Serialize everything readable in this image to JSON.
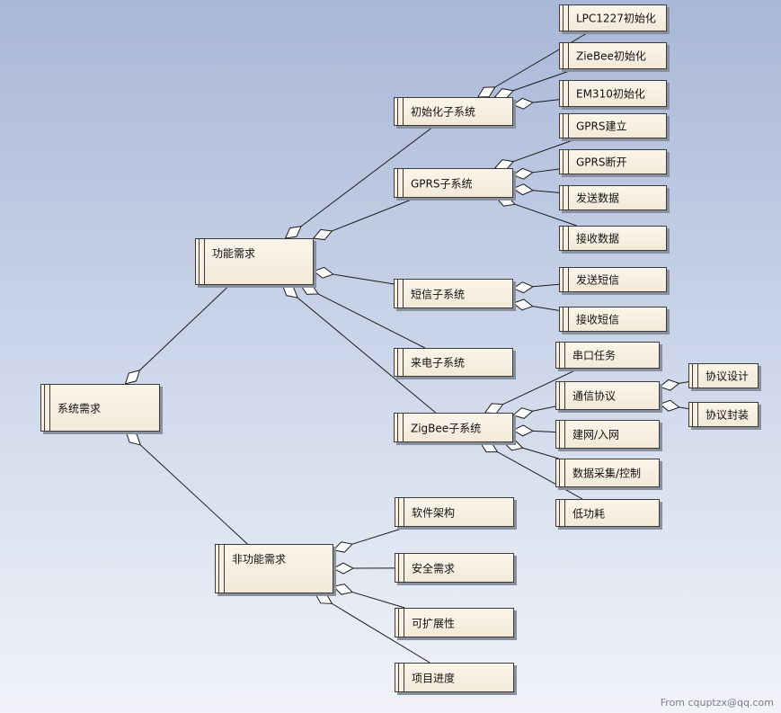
{
  "nodes": [
    {
      "id": "root",
      "label": "系统需求"
    },
    {
      "id": "func",
      "label": "功能需求"
    },
    {
      "id": "nonfunc",
      "label": "非功能需求"
    },
    {
      "id": "init",
      "label": "初始化子系统"
    },
    {
      "id": "gprs",
      "label": "GPRS子系统"
    },
    {
      "id": "sms",
      "label": "短信子系统"
    },
    {
      "id": "call",
      "label": "来电子系统"
    },
    {
      "id": "zigbee",
      "label": "ZigBee子系统"
    },
    {
      "id": "lpc",
      "label": "LPC1227初始化"
    },
    {
      "id": "ziebee",
      "label": "ZieBee初始化"
    },
    {
      "id": "em310",
      "label": "EM310初始化"
    },
    {
      "id": "gprs_est",
      "label": "GPRS建立"
    },
    {
      "id": "gprs_dis",
      "label": "GPRS断开"
    },
    {
      "id": "send_data",
      "label": "发送数据"
    },
    {
      "id": "recv_data",
      "label": "接收数据"
    },
    {
      "id": "send_sms",
      "label": "发送短信"
    },
    {
      "id": "recv_sms",
      "label": "接收短信"
    },
    {
      "id": "serial",
      "label": "串口任务"
    },
    {
      "id": "comm",
      "label": "通信协议"
    },
    {
      "id": "proto_design",
      "label": "协议设计"
    },
    {
      "id": "proto_pack",
      "label": "协议封装"
    },
    {
      "id": "net",
      "label": "建网/入网"
    },
    {
      "id": "collect",
      "label": "数据采集/控制"
    },
    {
      "id": "lowpower",
      "label": "低功耗"
    },
    {
      "id": "sw_arch",
      "label": "软件架构"
    },
    {
      "id": "security",
      "label": "安全需求"
    },
    {
      "id": "scalable",
      "label": "可扩展性"
    },
    {
      "id": "progress",
      "label": "项目进度"
    }
  ],
  "edges": [
    [
      "root",
      "func"
    ],
    [
      "root",
      "nonfunc"
    ],
    [
      "func",
      "init"
    ],
    [
      "func",
      "gprs"
    ],
    [
      "func",
      "sms"
    ],
    [
      "func",
      "call"
    ],
    [
      "func",
      "zigbee"
    ],
    [
      "init",
      "lpc"
    ],
    [
      "init",
      "ziebee"
    ],
    [
      "init",
      "em310"
    ],
    [
      "gprs",
      "gprs_est"
    ],
    [
      "gprs",
      "gprs_dis"
    ],
    [
      "gprs",
      "send_data"
    ],
    [
      "gprs",
      "recv_data"
    ],
    [
      "sms",
      "send_sms"
    ],
    [
      "sms",
      "recv_sms"
    ],
    [
      "zigbee",
      "serial"
    ],
    [
      "zigbee",
      "comm"
    ],
    [
      "zigbee",
      "net"
    ],
    [
      "zigbee",
      "collect"
    ],
    [
      "zigbee",
      "lowpower"
    ],
    [
      "comm",
      "proto_design"
    ],
    [
      "comm",
      "proto_pack"
    ],
    [
      "nonfunc",
      "sw_arch"
    ],
    [
      "nonfunc",
      "security"
    ],
    [
      "nonfunc",
      "scalable"
    ],
    [
      "nonfunc",
      "progress"
    ]
  ],
  "watermark": "From cquptzx@qq.com"
}
